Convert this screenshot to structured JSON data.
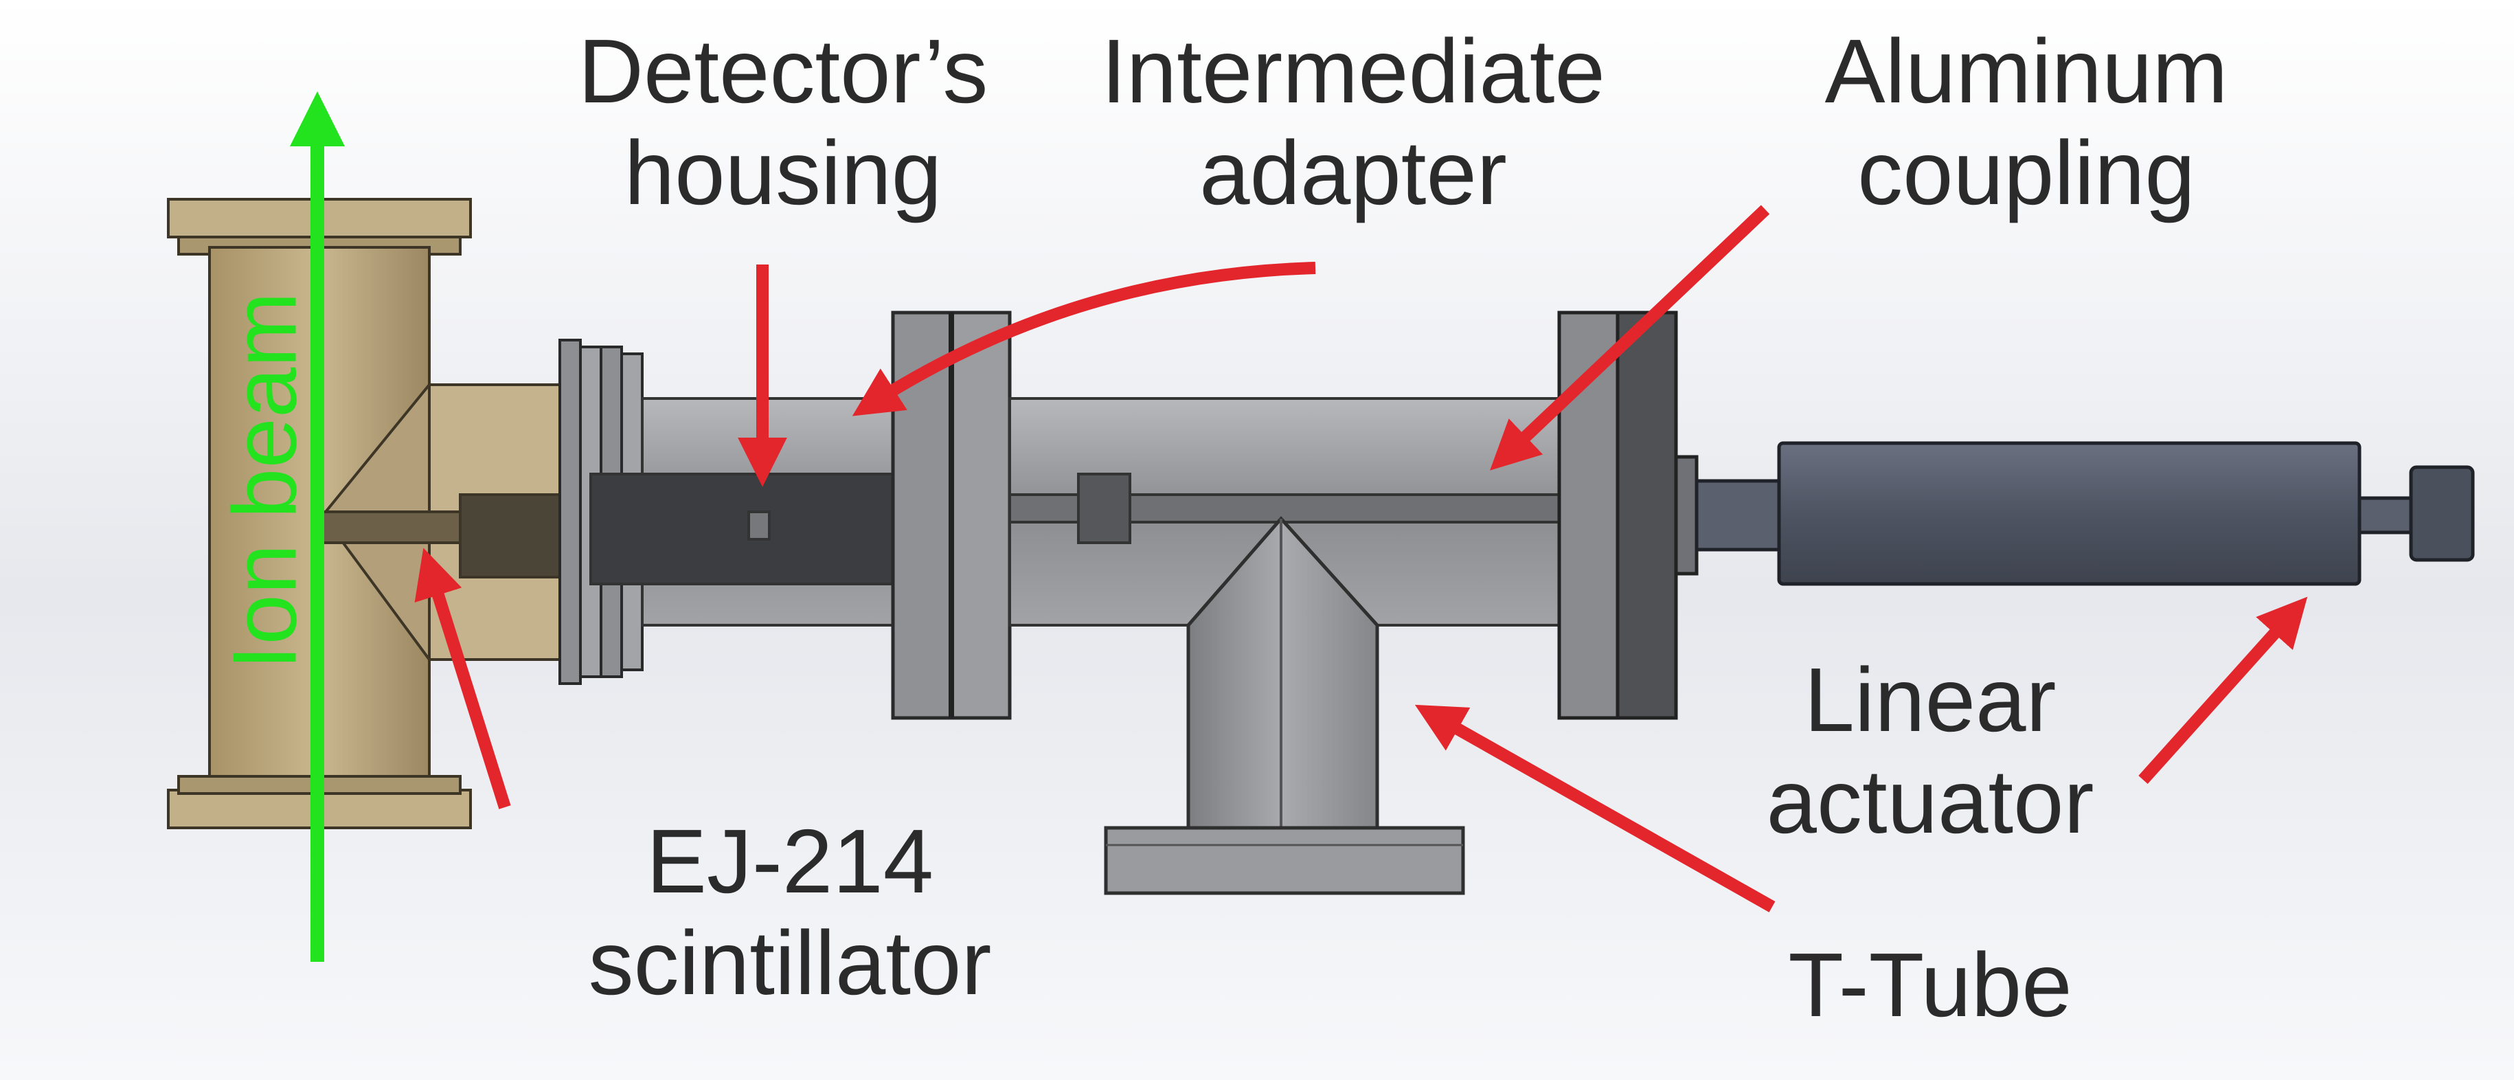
{
  "labels": {
    "detector_housing": [
      "Detector’s",
      "housing"
    ],
    "intermediate_adapter": [
      "Intermediate",
      "adapter"
    ],
    "aluminum_coupling": [
      "Aluminum",
      "coupling"
    ],
    "linear_actuator": [
      "Linear",
      "actuator"
    ],
    "ej214_scintillator": [
      "EJ-214",
      "scintillator"
    ],
    "t_tube": [
      "T-Tube"
    ],
    "ion_beam": "Ion beam"
  },
  "colors": {
    "arrow_red": "#e3262c",
    "beam_green": "#22e31e",
    "brass": "#b9a57d",
    "steel": "#8f9093",
    "actuator": "#4f5563",
    "text": "#2b2b2b"
  }
}
